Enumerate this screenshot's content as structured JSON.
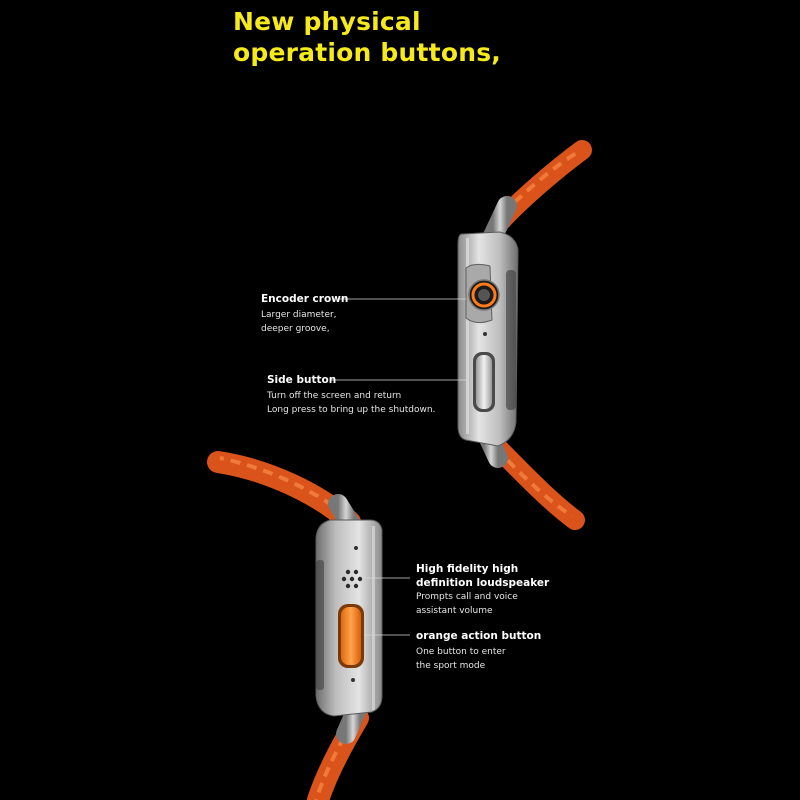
{
  "headline": {
    "line1": "New physical",
    "line2": "operation buttons,"
  },
  "features": {
    "encoder_crown": {
      "title": "Encoder crown",
      "desc1": "Larger diameter,",
      "desc2": "deeper groove,"
    },
    "side_button": {
      "title": "Side button",
      "desc1": "Turn off the screen and return",
      "desc2": "Long press to bring up the shutdown."
    },
    "loudspeaker": {
      "title1": "High fidelity high",
      "title2": "definition loudspeaker",
      "desc1": "Prompts call and voice",
      "desc2": "assistant volume"
    },
    "action_button": {
      "title": "orange action button",
      "desc1": "One button to enter",
      "desc2": "the sport mode"
    }
  },
  "colors": {
    "background": "#000000",
    "headline": "#f6ea1a",
    "band": "#e0561c",
    "case": "#c9c9c9",
    "action_button": "#ff8a1f"
  }
}
